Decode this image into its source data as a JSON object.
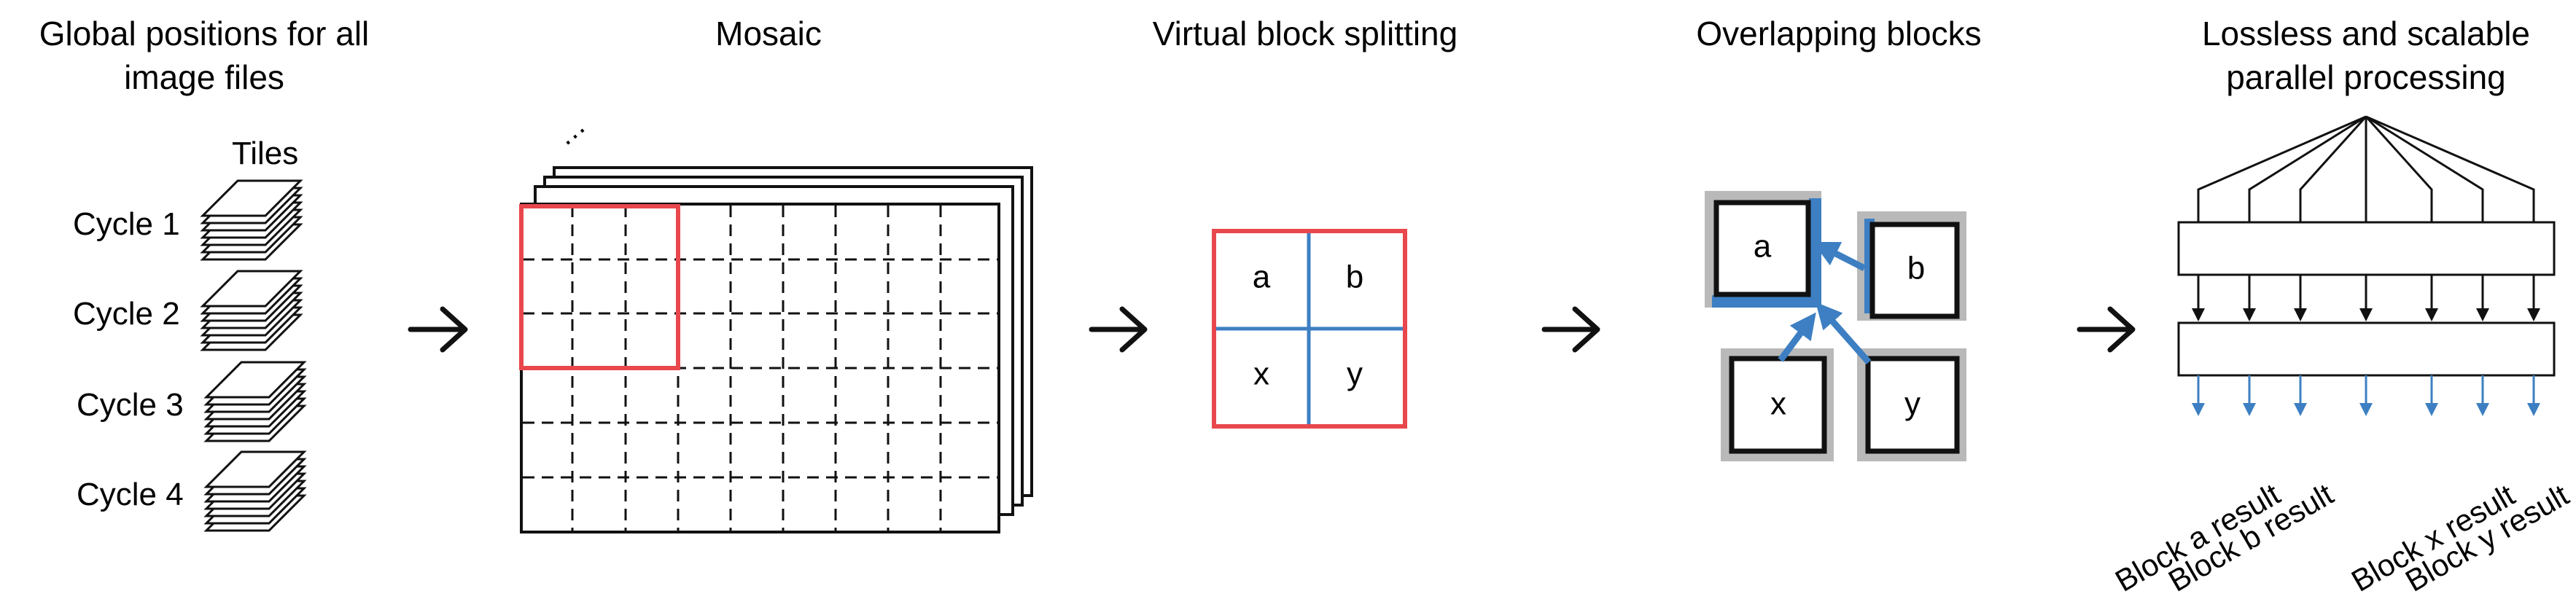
{
  "panels": {
    "global_positions": {
      "title_line1": "Global positions for all",
      "title_line2": "image files",
      "tiles_label": "Tiles",
      "cycles": [
        "Cycle 1",
        "Cycle 2",
        "Cycle 3",
        "Cycle 4"
      ]
    },
    "mosaic": {
      "title": "Mosaic",
      "stack_ellipsis": "…"
    },
    "virtual_split": {
      "title": "Virtual block splitting",
      "blocks": [
        "a",
        "b",
        "x",
        "y"
      ]
    },
    "overlapping": {
      "title": "Overlapping blocks",
      "blocks": [
        "a",
        "b",
        "x",
        "y"
      ]
    },
    "parallel": {
      "title_line1": "Lossless and scalable",
      "title_line2": "parallel processing",
      "results": [
        "Block a result",
        "Block b result",
        "Block x result",
        "Block y result"
      ]
    }
  },
  "colors": {
    "red": "#e8474c",
    "blue": "#3d7fc2",
    "gray": "#b9b9b9",
    "black": "#111111"
  }
}
